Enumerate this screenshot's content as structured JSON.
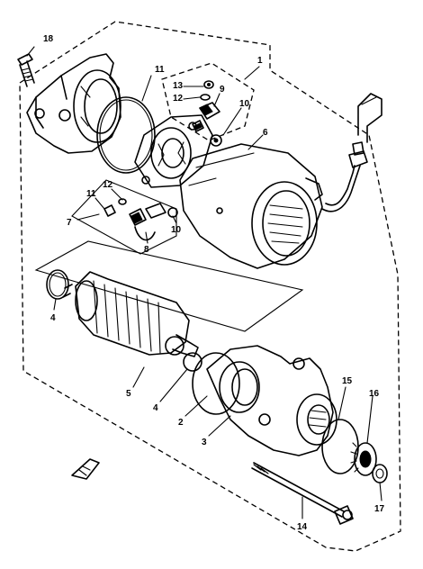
{
  "diagram": {
    "callouts": [
      {
        "id": "c18a",
        "text": "18"
      },
      {
        "id": "c1",
        "text": "1"
      },
      {
        "id": "c11a",
        "text": "11"
      },
      {
        "id": "c13",
        "text": "13"
      },
      {
        "id": "c12a",
        "text": "12"
      },
      {
        "id": "c9",
        "text": "9"
      },
      {
        "id": "c10a",
        "text": "10"
      },
      {
        "id": "c6",
        "text": "6"
      },
      {
        "id": "c11b",
        "text": "11"
      },
      {
        "id": "c12b",
        "text": "12"
      },
      {
        "id": "c7",
        "text": "7"
      },
      {
        "id": "c8",
        "text": "8"
      },
      {
        "id": "c10b",
        "text": "10"
      },
      {
        "id": "c4a",
        "text": "4"
      },
      {
        "id": "c5",
        "text": "5"
      },
      {
        "id": "c4b",
        "text": "4"
      },
      {
        "id": "c2",
        "text": "2"
      },
      {
        "id": "c3",
        "text": "3"
      },
      {
        "id": "c15",
        "text": "15"
      },
      {
        "id": "c16",
        "text": "16"
      },
      {
        "id": "c17",
        "text": "17"
      },
      {
        "id": "c14",
        "text": "14"
      }
    ]
  }
}
